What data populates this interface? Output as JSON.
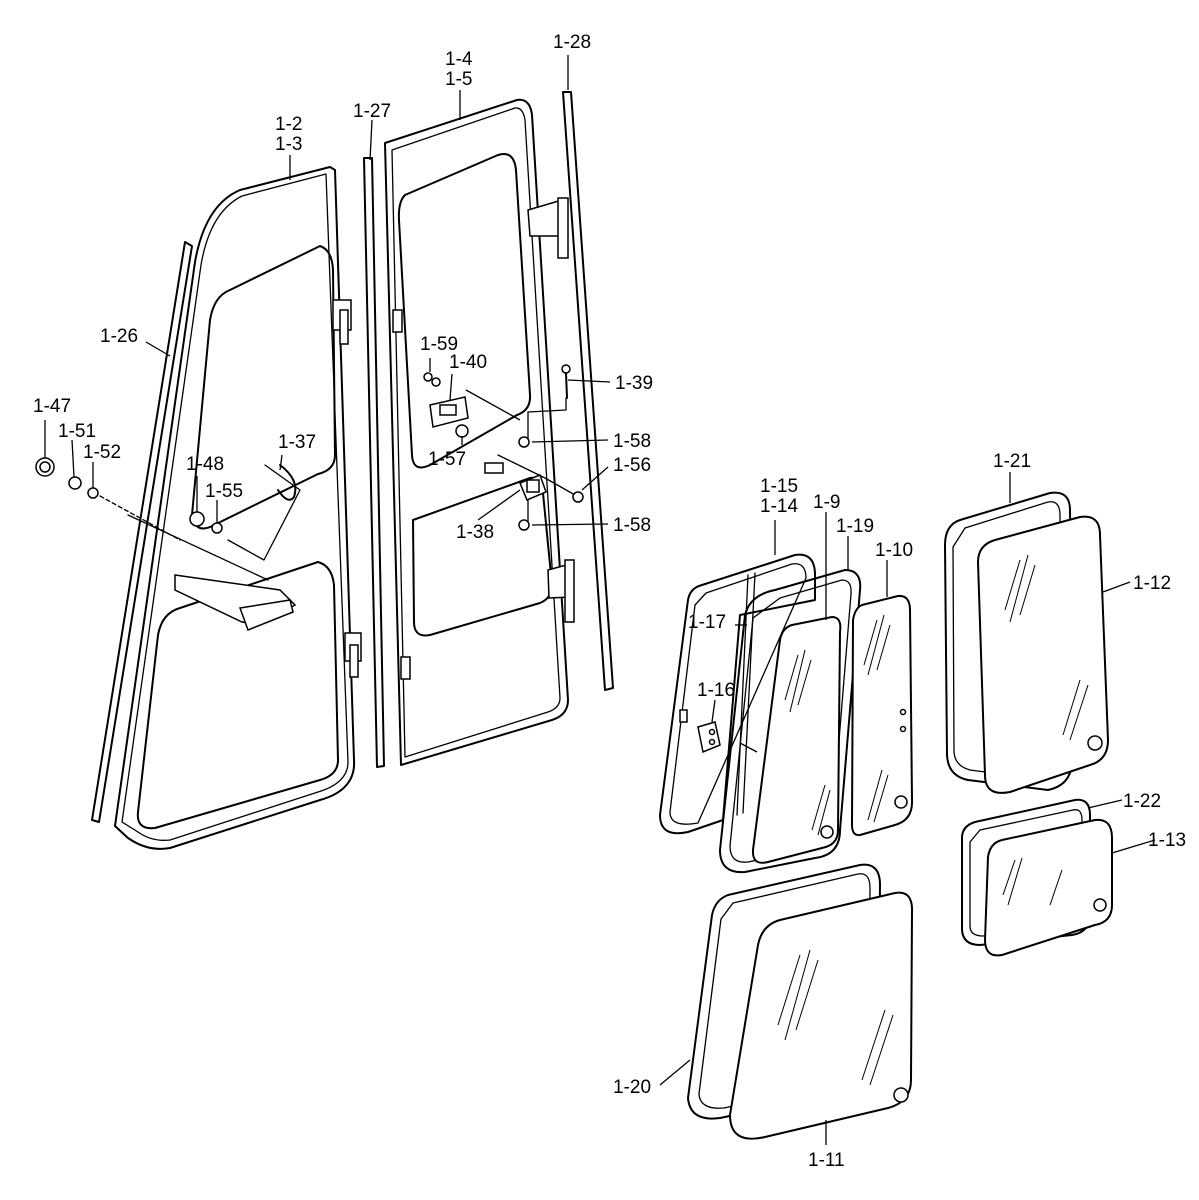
{
  "callouts": {
    "c_1_2": "1-2",
    "c_1_3": "1-3",
    "c_1_4": "1-4",
    "c_1_5": "1-5",
    "c_1_9": "1-9",
    "c_1_10": "1-10",
    "c_1_11": "1-11",
    "c_1_12": "1-12",
    "c_1_13": "1-13",
    "c_1_14": "1-14",
    "c_1_15": "1-15",
    "c_1_16": "1-16",
    "c_1_17": "1-17",
    "c_1_19": "1-19",
    "c_1_20": "1-20",
    "c_1_21": "1-21",
    "c_1_22": "1-22",
    "c_1_26": "1-26",
    "c_1_27": "1-27",
    "c_1_28": "1-28",
    "c_1_37": "1-37",
    "c_1_38": "1-38",
    "c_1_39": "1-39",
    "c_1_40": "1-40",
    "c_1_47": "1-47",
    "c_1_48": "1-48",
    "c_1_51": "1-51",
    "c_1_52": "1-52",
    "c_1_55": "1-55",
    "c_1_56": "1-56",
    "c_1_57": "1-57",
    "c_1_58a": "1-58",
    "c_1_58b": "1-58",
    "c_1_59": "1-59"
  }
}
